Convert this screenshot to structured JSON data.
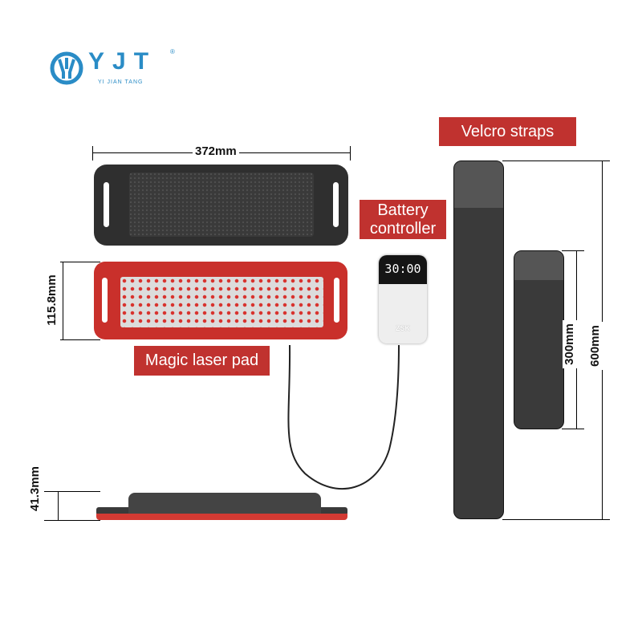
{
  "logo": {
    "text": "YJT",
    "subtitle": "YI JIAN TANG",
    "mark": "®"
  },
  "dimensions": {
    "width": "372mm",
    "height": "115.8mm",
    "thickness": "41.3mm",
    "strap_short": "300mm",
    "strap_long": "600mm"
  },
  "labels": {
    "pad": "Magic laser pad",
    "controller": "Battery controller",
    "straps": "Velcro straps"
  },
  "controller": {
    "display": "30:00",
    "brand": "ZSK"
  },
  "colors": {
    "accent_red": "#c0322f",
    "logo_blue": "#2a8cc6",
    "pad_dark": "#333333"
  }
}
